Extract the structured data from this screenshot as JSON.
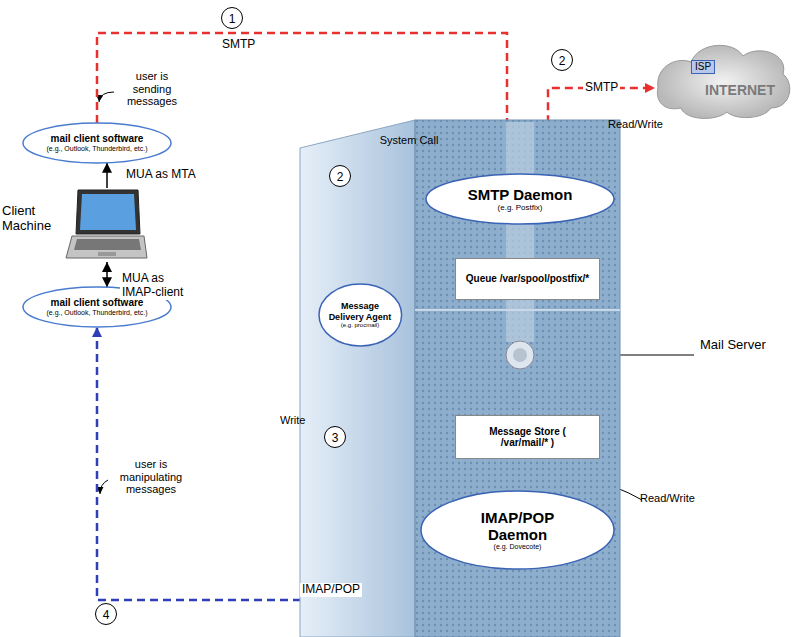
{
  "diagram": {
    "nodes": [
      {
        "text": [
          "mail client software",
          "(e.g., Outlook, Thunderbird, etc.)"
        ]
      },
      {
        "text": [
          "Client Machine"
        ]
      },
      {
        "text": [
          "mail client software",
          "(e.g., Outlook, Thunderbird, etc.)"
        ]
      },
      {
        "text": [
          "Mail Server"
        ]
      },
      {
        "text": [
          "SMTP Daemon",
          "(e.g. Postfix)"
        ],
        "in": 3
      },
      {
        "text": [
          "Queue /var/spool/postfix/*"
        ],
        "in": 3
      },
      {
        "text": [
          "Message Delivery Agent",
          "(e.g. procmail)"
        ],
        "in": 3
      },
      {
        "text": [
          "Message Store ( /var/mail/* )"
        ],
        "in": 3
      },
      {
        "text": [
          "IMAP/POP Daemon",
          "(e.g. Dovecote)"
        ],
        "in": 3
      },
      {
        "text": [
          "ISP",
          "INTERNET"
        ]
      }
    ],
    "edges": [
      {
        "from": 1,
        "to": 0,
        "arrow": "to",
        "label": "MUA as MTA"
      },
      {
        "from": 1,
        "to": 2,
        "arrow": "both",
        "label": "MUA as IMAP-client"
      },
      {
        "from": 0,
        "to": 4,
        "arrow": "to",
        "label": "SMTP"
      },
      {
        "from": 4,
        "to": 9,
        "arrow": "both",
        "label": "SMTP"
      },
      {
        "from": 4,
        "to": 6,
        "arrow": "to"
      },
      {
        "from": 4,
        "to": 5,
        "arrow": "both"
      },
      {
        "from": 6,
        "to": 7,
        "arrow": "to"
      },
      {
        "from": 7,
        "to": 8,
        "arrow": "both"
      },
      {
        "from": 8,
        "to": 2,
        "arrow": "to",
        "label": "IMAP/POP"
      }
    ],
    "labels": [
      "1",
      "user is sending messages",
      "2",
      "System Call",
      "2",
      "Read/Write",
      "3",
      "Write",
      "Read/Write",
      "user is manipulating messages",
      "4"
    ]
  }
}
